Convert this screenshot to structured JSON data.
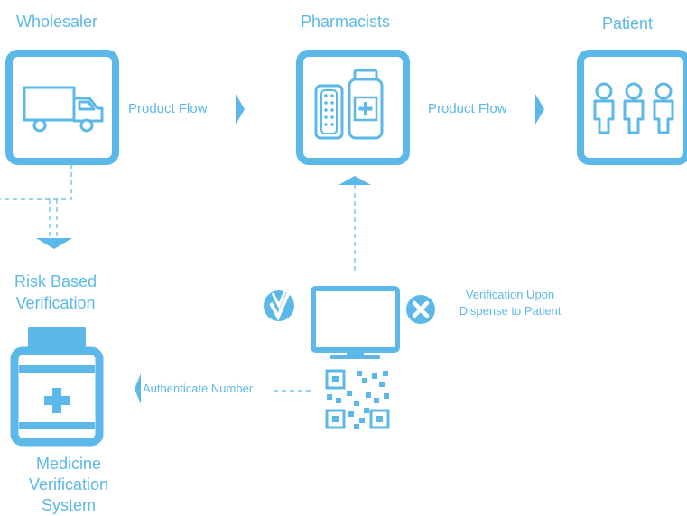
{
  "colors": {
    "accent": "#5bb8e8",
    "background": "#ffffff"
  },
  "nodes": {
    "wholesaler": {
      "label": "Wholesaler",
      "icon": "truck-icon"
    },
    "pharmacists": {
      "label": "Pharmacists",
      "icon": "medicine-bottle-and-pills-icon"
    },
    "patient": {
      "label": "Patient",
      "icon": "people-icon"
    }
  },
  "flows": {
    "wholesaler_to_pharmacists": "Product Flow",
    "pharmacists_to_patient": "Product Flow"
  },
  "risk_based": {
    "line1": "Risk Based",
    "line2": "Verification"
  },
  "verification_upon": {
    "line1": "Verification Upon",
    "line2": "Dispense to Patient"
  },
  "authenticate": {
    "label": "Authenticate Number"
  },
  "medicine_system": {
    "line1": "Medicine",
    "line2": "Verification",
    "line3": "System"
  }
}
